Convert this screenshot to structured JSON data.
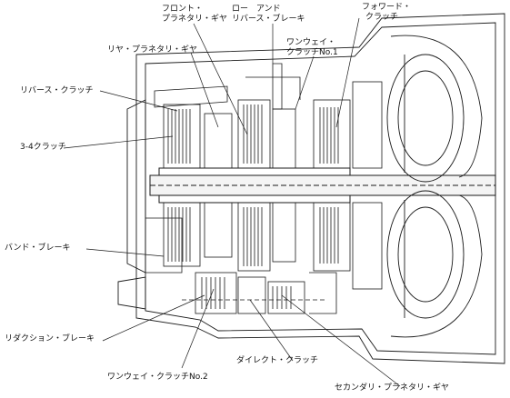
{
  "labels": {
    "front_planetary_gear": [
      "フロント・",
      "プラネタリ・ギヤ"
    ],
    "low_reverse_brake": [
      "ロー　アンド",
      "リバース・ブレーキ"
    ],
    "forward_clutch": [
      "フォワード・",
      "クラッチ"
    ],
    "one_way_clutch_1": [
      "ワンウェイ・",
      "クラッチNo.1"
    ],
    "rear_planetary_gear": "リヤ・プラネタリ・ギヤ",
    "reverse_clutch": "リバース・クラッチ",
    "clutch_34": "3-4クラッチ",
    "band_brake": "バンド・ブレーキ",
    "reduction_brake": "リダクション・ブレーキ",
    "direct_clutch": "ダイレクト・クラッチ",
    "one_way_clutch_2": "ワンウェイ・クラッチNo.2",
    "secondary_planetary_gear": "セカンダリ・プラネタリ・ギヤ"
  }
}
